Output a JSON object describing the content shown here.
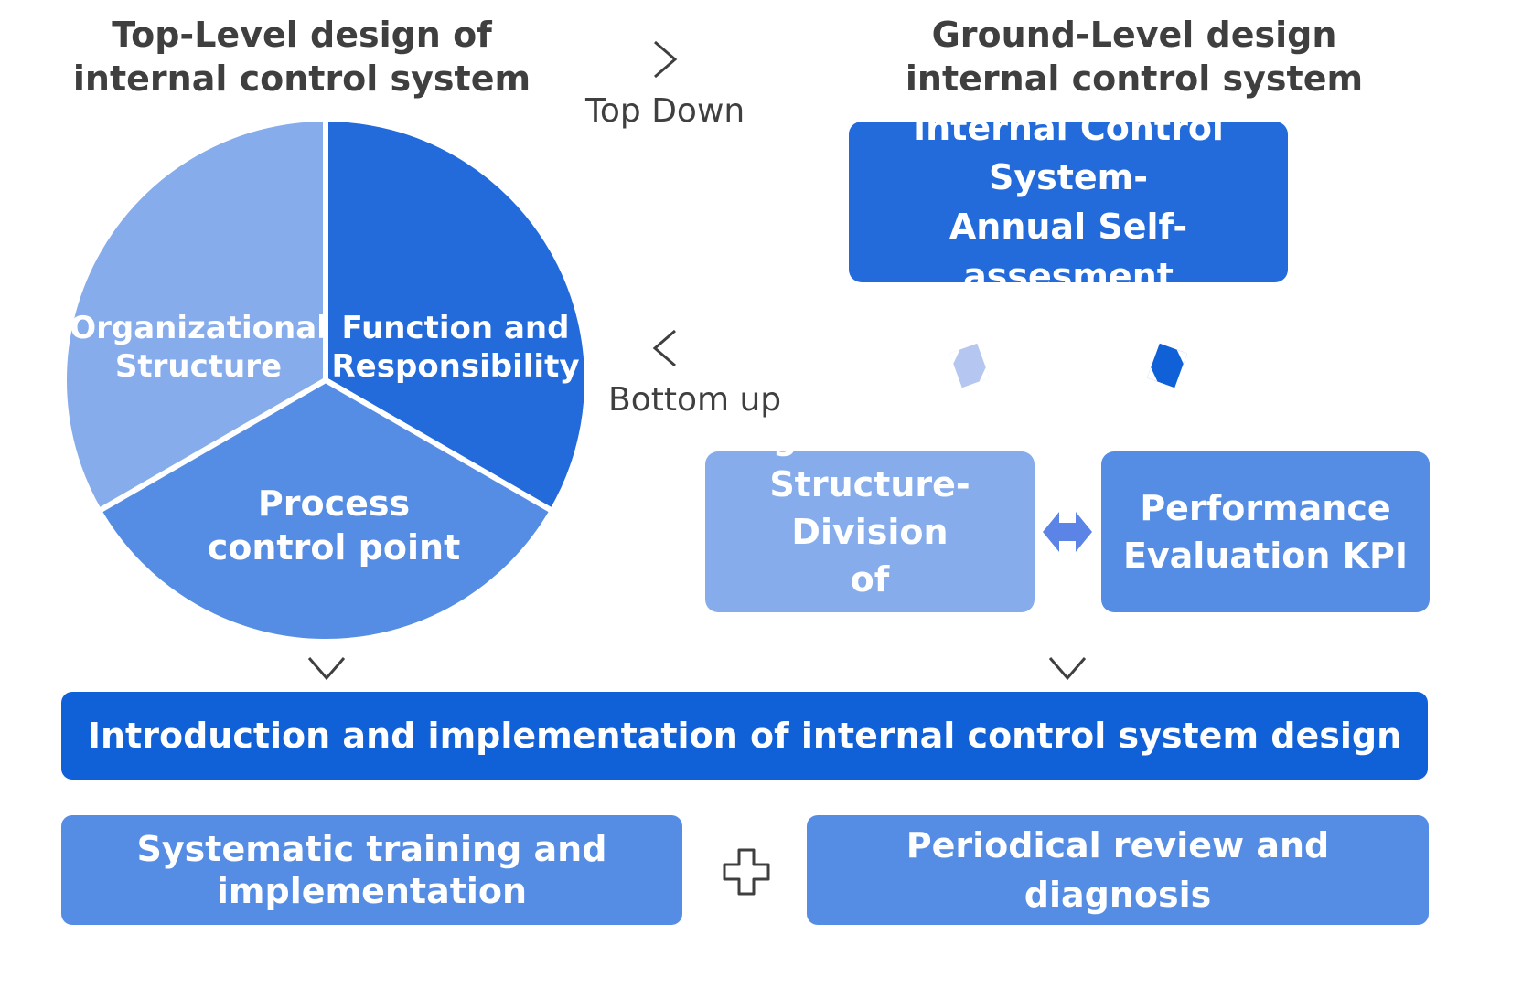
{
  "top_level": {
    "title": "Top-Level design of\ninternal control system",
    "pie": {
      "segments": [
        {
          "label": "Organizational\nStructure",
          "color": "#86aceb"
        },
        {
          "label": "Function and\nResponsibility",
          "color": "#236bdb"
        },
        {
          "label": "Process\ncontrol point",
          "color": "#568de4"
        }
      ]
    }
  },
  "ground_level": {
    "title": "Ground-Level design\ninternal control system",
    "self_assessment": "Internal Control System-\nAnnual Self-assesment",
    "org_division": "Organizational\nStructure-Division\nof Responsibility",
    "kpi": "Performance\nEvaluation KPI"
  },
  "direction": {
    "top_down": "Top Down",
    "bottom_up": "Bottom up"
  },
  "implementation": "Introduction and implementation of internal control system design",
  "training": "Systematic training and\nimplementation",
  "review": "Periodical review and diagnosis",
  "colors": {
    "dark_blue": "#1060d7",
    "medium_blue": "#568de4",
    "bright_blue": "#236bdb",
    "light_blue": "#86aceb",
    "title_gray": "#3f3f3f"
  }
}
